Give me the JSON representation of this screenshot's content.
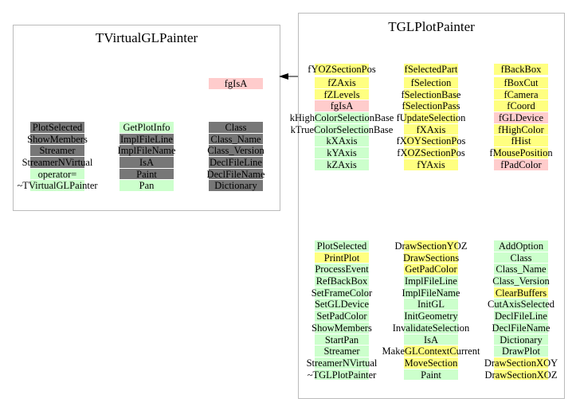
{
  "left": {
    "title": "TVirtualGLPainter",
    "isa": {
      "t": "fgIsA",
      "c": "p"
    },
    "cols": [
      [
        {
          "t": "PlotSelected",
          "c": "d"
        },
        {
          "t": "ShowMembers",
          "c": "d"
        },
        {
          "t": "Streamer",
          "c": "d"
        },
        {
          "t": "StreamerNVirtual",
          "c": "d"
        },
        {
          "t": "operator=",
          "c": "g"
        },
        {
          "t": "~TVirtualGLPainter",
          "c": "g"
        }
      ],
      [
        {
          "t": "GetPlotInfo",
          "c": "g"
        },
        {
          "t": "ImplFileLine",
          "c": "d"
        },
        {
          "t": "ImplFileName",
          "c": "d"
        },
        {
          "t": "IsA",
          "c": "d"
        },
        {
          "t": "Paint",
          "c": "d"
        },
        {
          "t": "Pan",
          "c": "g"
        }
      ],
      [
        {
          "t": "Class",
          "c": "d"
        },
        {
          "t": "Class_Name",
          "c": "d"
        },
        {
          "t": "Class_Version",
          "c": "d"
        },
        {
          "t": "DeclFileLine",
          "c": "d"
        },
        {
          "t": "DeclFileName",
          "c": "d"
        },
        {
          "t": "Dictionary",
          "c": "d"
        }
      ]
    ]
  },
  "right": {
    "title": "TGLPlotPainter",
    "top": [
      {
        "t": "fYOZSectionPos",
        "c": "y"
      },
      {
        "t": "fSelectedPart",
        "c": "y"
      },
      {
        "t": "fBackBox",
        "c": "y"
      }
    ],
    "members": [
      [
        {
          "t": "fZAxis",
          "c": "y"
        },
        {
          "t": "fZLevels",
          "c": "y"
        },
        {
          "t": "fgIsA",
          "c": "p"
        },
        {
          "t": "kHighColorSelectionBase",
          "c": "g"
        },
        {
          "t": "kTrueColorSelectionBase",
          "c": "g"
        },
        {
          "t": "kXAxis",
          "c": "g"
        },
        {
          "t": "kYAxis",
          "c": "g"
        },
        {
          "t": "kZAxis",
          "c": "g"
        }
      ],
      [
        {
          "t": "fSelection",
          "c": "y"
        },
        {
          "t": "fSelectionBase",
          "c": "y"
        },
        {
          "t": "fSelectionPass",
          "c": "y"
        },
        {
          "t": "fUpdateSelection",
          "c": "y"
        },
        {
          "t": "fXAxis",
          "c": "y"
        },
        {
          "t": "fXOYSectionPos",
          "c": "y"
        },
        {
          "t": "fXOZSectionPos",
          "c": "y"
        },
        {
          "t": "fYAxis",
          "c": "y"
        }
      ],
      [
        {
          "t": "fBoxCut",
          "c": "y"
        },
        {
          "t": "fCamera",
          "c": "y"
        },
        {
          "t": "fCoord",
          "c": "y"
        },
        {
          "t": "fGLDevice",
          "c": "p"
        },
        {
          "t": "fHighColor",
          "c": "y"
        },
        {
          "t": "fHist",
          "c": "y"
        },
        {
          "t": "fMousePosition",
          "c": "y"
        },
        {
          "t": "fPadColor",
          "c": "p"
        }
      ]
    ],
    "methods": [
      [
        {
          "t": "PlotSelected",
          "c": "g"
        },
        {
          "t": "PrintPlot",
          "c": "y"
        },
        {
          "t": "ProcessEvent",
          "c": "g"
        },
        {
          "t": "RefBackBox",
          "c": "g"
        },
        {
          "t": "SetFrameColor",
          "c": "g"
        },
        {
          "t": "SetGLDevice",
          "c": "g"
        },
        {
          "t": "SetPadColor",
          "c": "g"
        },
        {
          "t": "ShowMembers",
          "c": "g"
        },
        {
          "t": "StartPan",
          "c": "g"
        },
        {
          "t": "Streamer",
          "c": "g"
        },
        {
          "t": "StreamerNVirtual",
          "c": "g"
        },
        {
          "t": "~TGLPlotPainter",
          "c": "g"
        }
      ],
      [
        {
          "t": "DrawSectionYOZ",
          "c": "y"
        },
        {
          "t": "DrawSections",
          "c": "y"
        },
        {
          "t": "GetPadColor",
          "c": "y"
        },
        {
          "t": "ImplFileLine",
          "c": "g"
        },
        {
          "t": "ImplFileName",
          "c": "g"
        },
        {
          "t": "InitGL",
          "c": "g"
        },
        {
          "t": "InitGeometry",
          "c": "g"
        },
        {
          "t": "InvalidateSelection",
          "c": "g"
        },
        {
          "t": "IsA",
          "c": "g"
        },
        {
          "t": "MakeGLContextCurrent",
          "c": "y"
        },
        {
          "t": "MoveSection",
          "c": "y"
        },
        {
          "t": "Paint",
          "c": "g"
        }
      ],
      [
        {
          "t": "AddOption",
          "c": "g"
        },
        {
          "t": "Class",
          "c": "g"
        },
        {
          "t": "Class_Name",
          "c": "g"
        },
        {
          "t": "Class_Version",
          "c": "g"
        },
        {
          "t": "ClearBuffers",
          "c": "y"
        },
        {
          "t": "CutAxisSelected",
          "c": "g"
        },
        {
          "t": "DeclFileLine",
          "c": "g"
        },
        {
          "t": "DeclFileName",
          "c": "g"
        },
        {
          "t": "Dictionary",
          "c": "g"
        },
        {
          "t": "DrawPlot",
          "c": "g"
        },
        {
          "t": "DrawSectionXOY",
          "c": "y"
        },
        {
          "t": "DrawSectionXOZ",
          "c": "y"
        }
      ]
    ]
  }
}
